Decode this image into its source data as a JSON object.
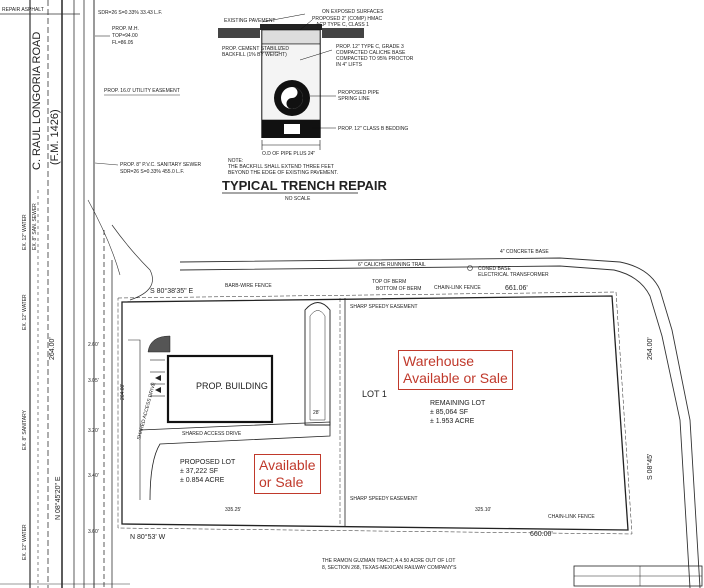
{
  "road": {
    "name": "C. RAUL LONGORIA ROAD",
    "fm": "(F.M. 1426)"
  },
  "top_left": {
    "label": "REPAIR ASPHALT"
  },
  "notes": {
    "sdr_top": "SDR=26 S=0.33% 33.43 L.F.",
    "manhole": [
      "PROP. M.H.",
      "TOP=94.00",
      "FL=86.05"
    ],
    "utility_easement": "PROP. 16.0' UTILITY EASEMENT",
    "sewer": [
      "PROP. 8\" P.V.C. SANITARY SEWER",
      "SDR=26 S=0.33% 455.0 L.F."
    ]
  },
  "trench_detail": {
    "title": "TYPICAL TRENCH REPAIR",
    "scale": "NO SCALE",
    "labels": {
      "existing_pavement": "EXISTING PAVEMENT",
      "exposed": "ON EXPOSED SURFACES",
      "hmac": [
        "PROPOSED 2\" (COMP) HMAC",
        "ACP TYPE C, CLASS 1"
      ],
      "base": [
        "PROP. 12\" TYPE C, GRADE 3",
        "COMPACTED CALICHE BASE",
        "COMPACTED TO 95% PROCTOR",
        "IN 4\" LIFTS"
      ],
      "backfill": [
        "PROP. CEMENT STABILIZED",
        "BACKFILL (1% BY WEIGHT)"
      ],
      "pipe": [
        "PROPOSED PIPE",
        "SPRING LINE"
      ],
      "bedding": "PROP. 12\" CLASS B BEDDING",
      "od": "O.D OF PIPE PLUS 24\"",
      "note": [
        "NOTE:",
        "THE BACKFILL SHALL EXTEND THREE FEET",
        "BEYOND THE EDGE OF EXISTING PAVEMENT."
      ]
    }
  },
  "survey": {
    "north_bearing": "S 80°38'35\" E",
    "north_distance": "661.06'",
    "south_bearing": "N 80°53' W",
    "south_distance": "660.00'",
    "west_distance": "264.00'",
    "west_bearing": "N 08°45'20\" E",
    "east_bearing": "S 08°45'",
    "east_distance": "264.00'",
    "seg_left": "335.25'",
    "seg_right": "325.10'",
    "drive_width": "28'",
    "concrete_base": "4\" CONCRETE BASE",
    "caliche_lane": "6\" CALICHE RUNNING TRAIL",
    "coned_base": [
      "CONED BASE",
      "ELECTRICAL TRANSFORMER"
    ],
    "barbed_fence": "BARB-WIRE FENCE",
    "top_of_berm": [
      "TOP OF BERM",
      "BOTTOM OF BERM"
    ],
    "chain_link": "CHAIN-LINK FENCE",
    "sharp_easement": "SHARP SPEEDY EASEMENT",
    "dim_markers": [
      "2.60'",
      "3.05'",
      "3.20'",
      "3.40'",
      "3.60'"
    ]
  },
  "site": {
    "building": "PROP. BUILDING",
    "shared_drive": "SHARED ACCESS DRIVE",
    "shared_drive_vertical": "SHARED ACCESS DRIVE",
    "lot": "LOT 1",
    "proposed_lot": [
      "PROPOSED LOT",
      "± 37,222 SF",
      "± 0.854 ACRE"
    ],
    "remaining_lot": [
      "REMAINING LOT",
      "± 85,064 SF",
      "± 1.953 ACRE"
    ]
  },
  "bottom_note": [
    "THE RAMON GUZMAN TRACT; A 4.50 ACRE OUT OF LOT",
    "8, SECTION 268, TEXAS-MEXICAN RAILWAY COMPANY'S"
  ],
  "callouts": {
    "warehouse": [
      "Warehouse",
      "Available or Sale"
    ],
    "available": [
      "Available",
      "or Sale"
    ]
  }
}
